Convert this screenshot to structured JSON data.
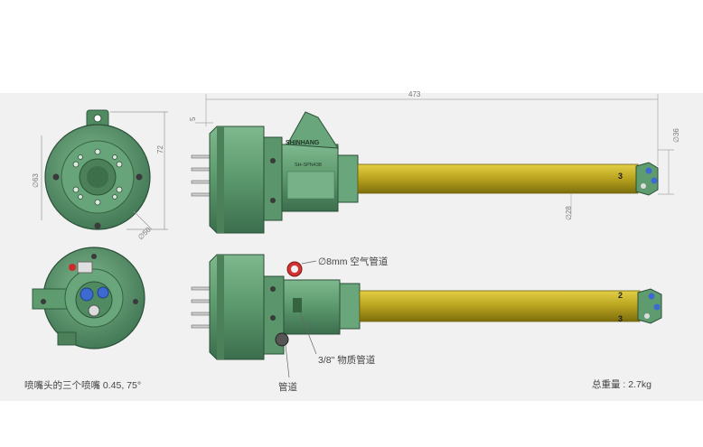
{
  "dimensions": {
    "overall_length": "473",
    "mount_offset": "5",
    "head_diameter": "∅36",
    "tube_diameter": "∅28",
    "flange_diameter": "∅63",
    "flange_height": "72",
    "bolt_circle": "∅50"
  },
  "body_label": {
    "brand": "SHINHANG",
    "model": "SH-SPN438"
  },
  "tube_markers": {
    "top_view": "3",
    "bottom_view_a": "2",
    "bottom_view_b": "3"
  },
  "callouts": {
    "air_pipe": "∅8mm 空气管道",
    "material_pipe": "3/8\"  物质管道",
    "pipe": "管道",
    "nozzles_note": "喷嘴头的三个喷嘴 0.45, 75°",
    "total_weight": "总重量 : 2.7kg"
  },
  "colors": {
    "body_green": "#5e9c6f",
    "body_dark": "#3f7552",
    "tube_gold": "#b8a21e",
    "panel_bg": "#f1f1f1"
  }
}
